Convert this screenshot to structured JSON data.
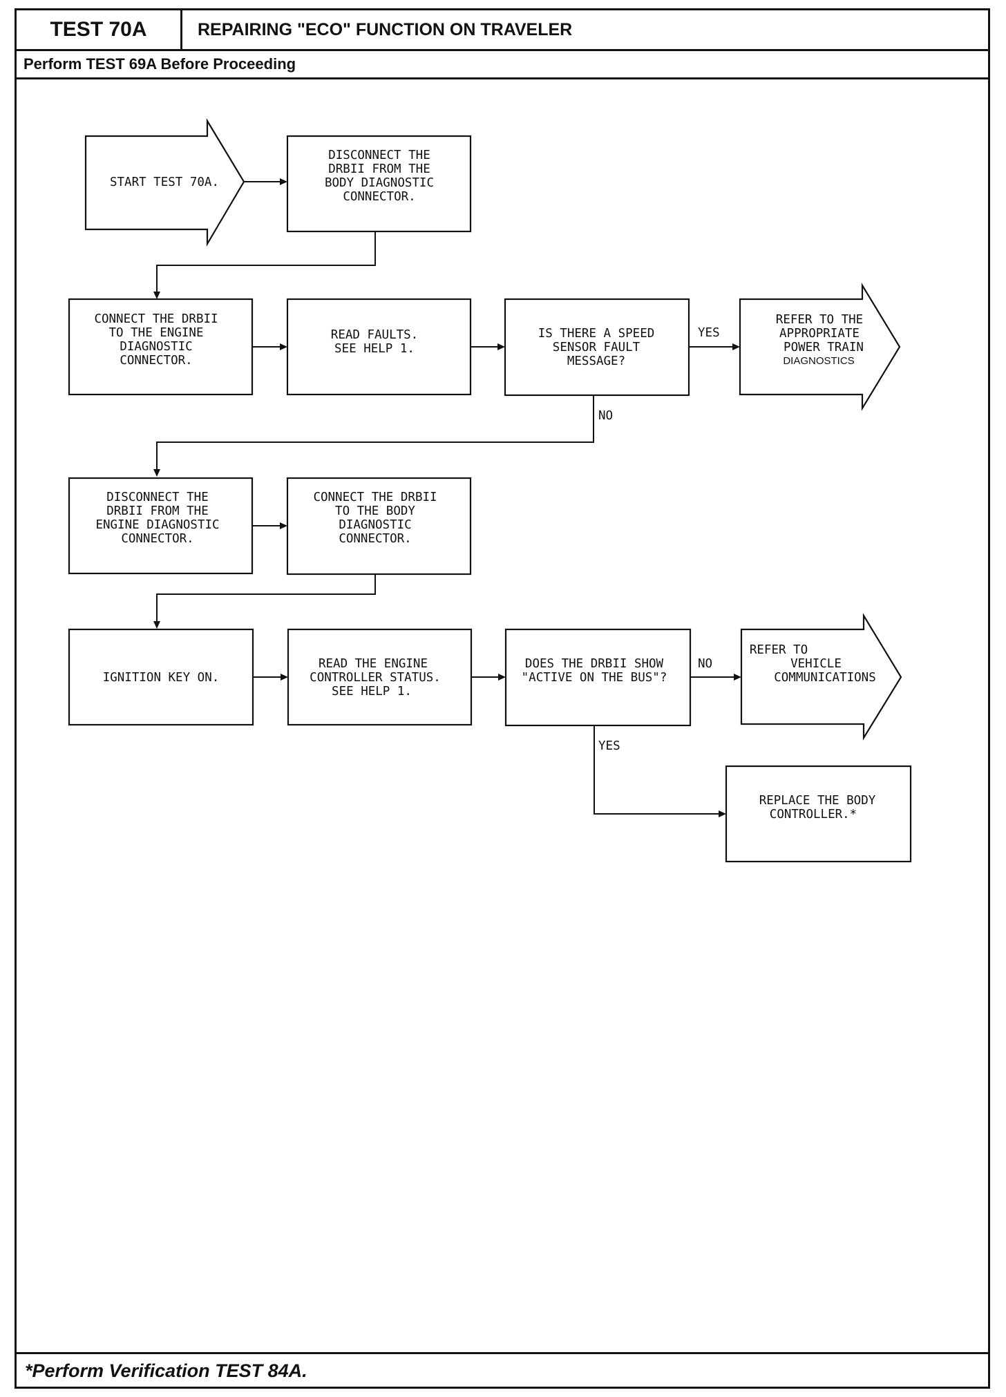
{
  "header": {
    "test_id": "TEST 70A",
    "title": "REPAIRING \"ECO\" FUNCTION ON TRAVELER",
    "prerequisite": "Perform TEST 69A Before Proceeding"
  },
  "flowchart": {
    "start": [
      "START TEST 70A."
    ],
    "disconnect_body": [
      "DISCONNECT THE",
      "DRBII FROM THE",
      "BODY DIAGNOSTIC",
      "CONNECTOR."
    ],
    "connect_engine": [
      "CONNECT THE DRBII",
      "TO THE ENGINE",
      "DIAGNOSTIC",
      "CONNECTOR."
    ],
    "read_faults": [
      "READ FAULTS.",
      "SEE HELP 1."
    ],
    "speed_sensor_question": [
      "IS THERE A SPEED",
      "SENSOR FAULT",
      "MESSAGE?"
    ],
    "refer_power_train": [
      "REFER TO THE",
      "APPROPRIATE",
      "POWER TRAIN"
    ],
    "refer_power_train_small": "DIAGNOSTICS",
    "disconnect_engine": [
      "DISCONNECT THE",
      "DRBII FROM THE",
      "ENGINE DIAGNOSTIC",
      "CONNECTOR."
    ],
    "connect_body": [
      "CONNECT THE DRBII",
      "TO THE BODY",
      "DIAGNOSTIC",
      "CONNECTOR."
    ],
    "ignition": [
      "IGNITION KEY ON."
    ],
    "read_engine_status": [
      "READ THE ENGINE",
      "CONTROLLER STATUS.",
      "SEE HELP 1."
    ],
    "active_bus_question": [
      "DOES THE DRBII SHOW",
      "\"ACTIVE ON THE BUS\"?"
    ],
    "refer_vehicle_comm": [
      "REFER TO",
      "VEHICLE",
      "COMMUNICATIONS"
    ],
    "replace_body_controller": [
      "REPLACE THE BODY",
      "CONTROLLER.*"
    ],
    "labels": {
      "yes_1": "YES",
      "no_1": "NO",
      "no_2": "NO",
      "yes_2": "YES"
    }
  },
  "footer": {
    "note": "*Perform Verification TEST 84A."
  }
}
